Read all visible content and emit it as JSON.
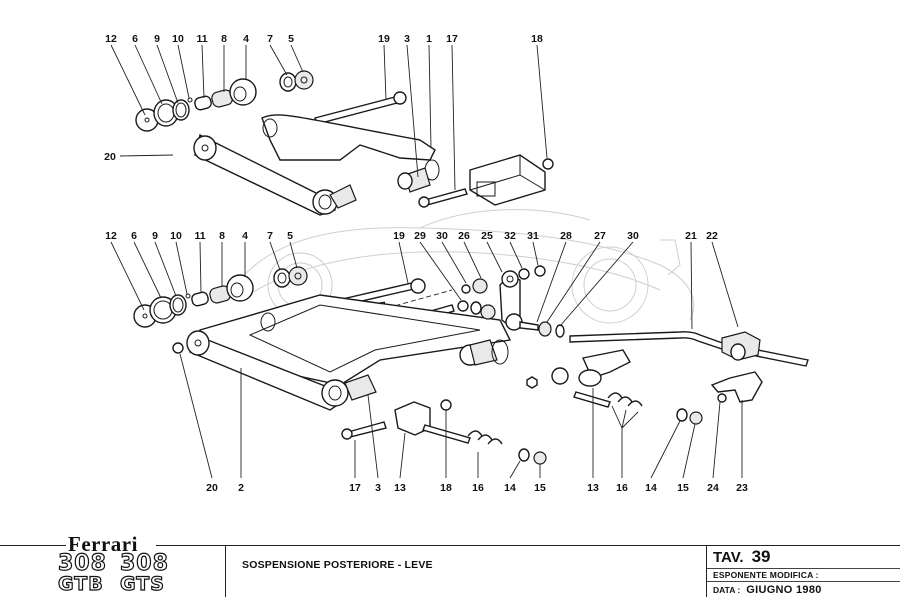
{
  "document": {
    "brand": "Ferrari",
    "models": [
      {
        "number": "308",
        "version": "GTB"
      },
      {
        "number": "308",
        "version": "GTS"
      }
    ],
    "description": "SOSPENSIONE POSTERIORE - LEVE",
    "table_label": "TAV.",
    "table_number": "39",
    "modification_label": "ESPONENTE MODIFICA :",
    "modification_value": "",
    "date_label": "DATA :",
    "date_value": "GIUGNO 1980"
  },
  "diagram": {
    "type": "exploded-parts-view",
    "subject": "rear suspension arms and anti-roll bar",
    "callouts_upper_arm_bushing": [
      "12",
      "6",
      "9",
      "10",
      "11",
      "8",
      "4",
      "7",
      "5"
    ],
    "callouts_upper_arm": [
      "19",
      "3",
      "1",
      "17",
      "18",
      "20"
    ],
    "callouts_lower_arm_bushing": [
      "12",
      "6",
      "9",
      "10",
      "11",
      "8",
      "4",
      "7",
      "5"
    ],
    "callouts_link": [
      "19",
      "29",
      "30",
      "26",
      "25",
      "32",
      "31",
      "28",
      "27",
      "30",
      "21",
      "22"
    ],
    "callouts_bottom_row": [
      "20",
      "2",
      "17",
      "3",
      "13",
      "18",
      "16",
      "14",
      "15",
      "13",
      "16",
      "14",
      "15",
      "24",
      "23"
    ],
    "callouts_bottom_row_extra": [
      "15"
    ]
  }
}
